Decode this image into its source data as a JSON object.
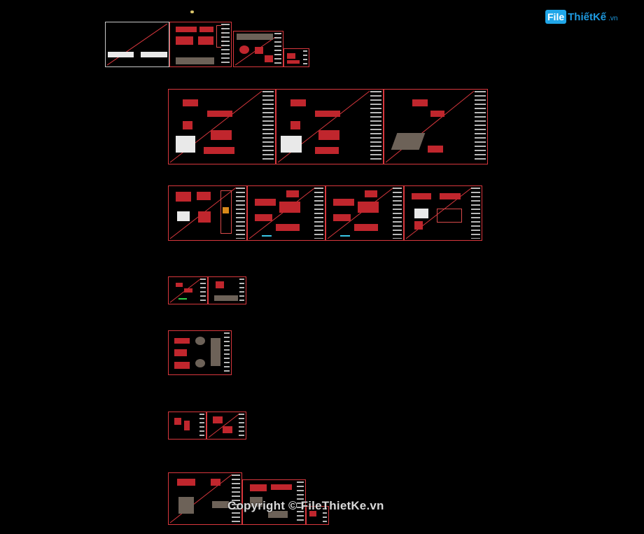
{
  "watermark": {
    "logo_box": "File",
    "logo_text": "ThiếtKế",
    "logo_suffix": ".vn",
    "copyright": "Copyright © FileThietKe.vn"
  },
  "colors": {
    "background": "#000000",
    "frame": "#d8373d",
    "fill": "#c0262d",
    "brand": "#1e9ae0"
  }
}
